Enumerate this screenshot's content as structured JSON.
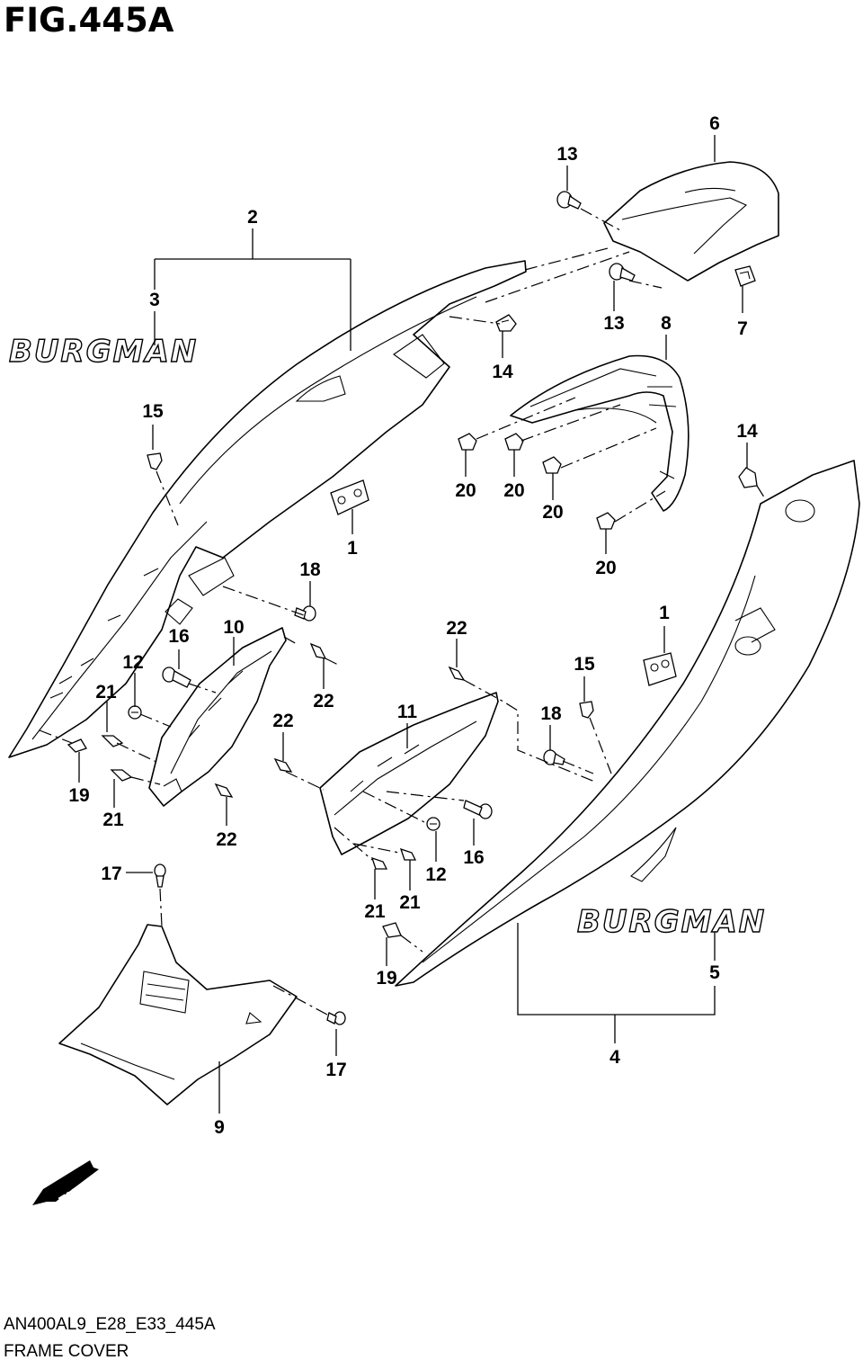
{
  "header": {
    "title": "FIG.445A"
  },
  "footer": {
    "model_code": "AN400AL9_E28_E33_445A",
    "diagram_name": "FRAME COVER"
  },
  "brand_logos": {
    "text": "BURGMAN"
  },
  "direction_marker": {
    "text": "FWD"
  },
  "callouts": {
    "c1a": "1",
    "c1b": "1",
    "c2": "2",
    "c3": "3",
    "c4": "4",
    "c5": "5",
    "c6": "6",
    "c7": "7",
    "c8": "8",
    "c9": "9",
    "c10": "10",
    "c11": "11",
    "c12a": "12",
    "c12b": "12",
    "c13a": "13",
    "c13b": "13",
    "c14a": "14",
    "c14b": "14",
    "c15a": "15",
    "c15b": "15",
    "c16a": "16",
    "c16b": "16",
    "c17a": "17",
    "c17b": "17",
    "c18a": "18",
    "c18b": "18",
    "c19a": "19",
    "c19b": "19",
    "c20a": "20",
    "c20b": "20",
    "c20c": "20",
    "c20d": "20",
    "c21a": "21",
    "c21b": "21",
    "c21c": "21",
    "c21d": "21",
    "c22a": "22",
    "c22b": "22",
    "c22c": "22",
    "c22d": "22"
  }
}
